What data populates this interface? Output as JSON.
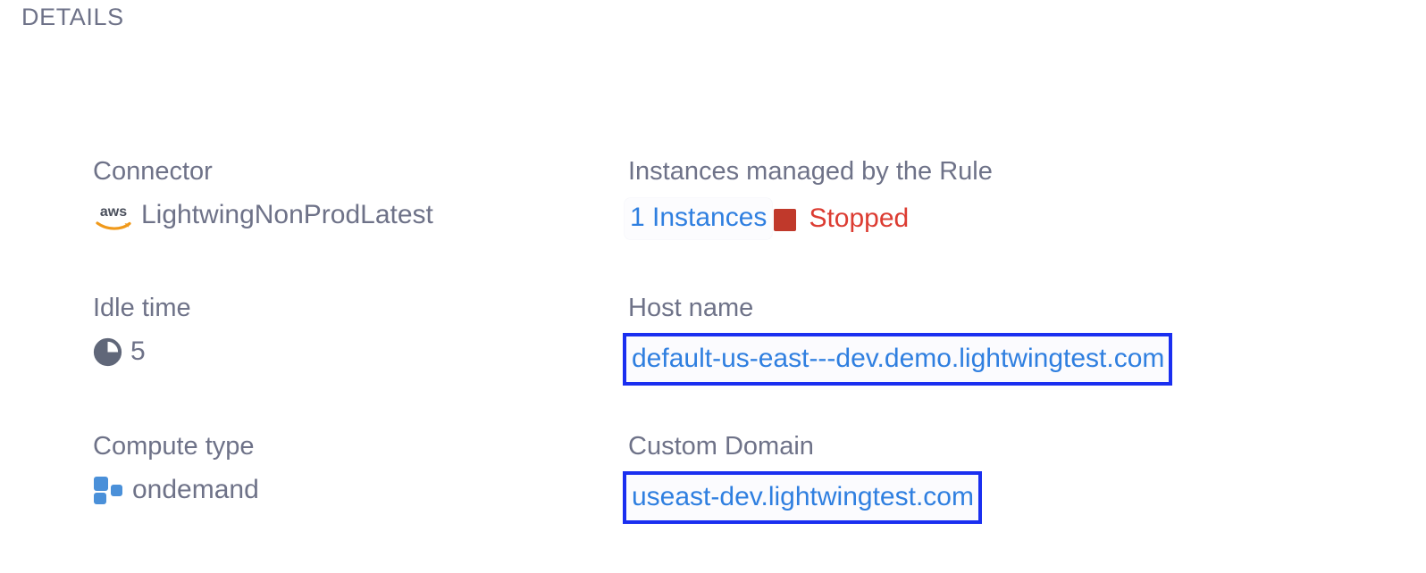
{
  "section": {
    "title": "DETAILS"
  },
  "colors": {
    "label": "#6e7288",
    "link": "#2f7fe0",
    "status_stopped": "#dc3c32",
    "status_swatch": "#c0392b",
    "highlight_border": "#1a2ff0",
    "compute_icon": "#4a90d9",
    "aws_swoosh": "#f0991a",
    "background": "#ffffff"
  },
  "fields": {
    "connector": {
      "label": "Connector",
      "value": "LightwingNonProdLatest",
      "icon": "aws-logo-icon"
    },
    "idle_time": {
      "label": "Idle time",
      "value": "5",
      "icon": "clock-pie-icon"
    },
    "compute_type": {
      "label": "Compute type",
      "value": "ondemand",
      "icon": "compute-blocks-icon"
    },
    "instances": {
      "label": "Instances managed by the Rule",
      "count_link": "1 Instances",
      "status": "Stopped",
      "status_icon": "stopped-square-icon"
    },
    "host_name": {
      "label": "Host name",
      "value": "default-us-east---dev.demo.lightwingtest.com"
    },
    "custom_domain": {
      "label": "Custom Domain",
      "value": "useast-dev.lightwingtest.com"
    }
  }
}
